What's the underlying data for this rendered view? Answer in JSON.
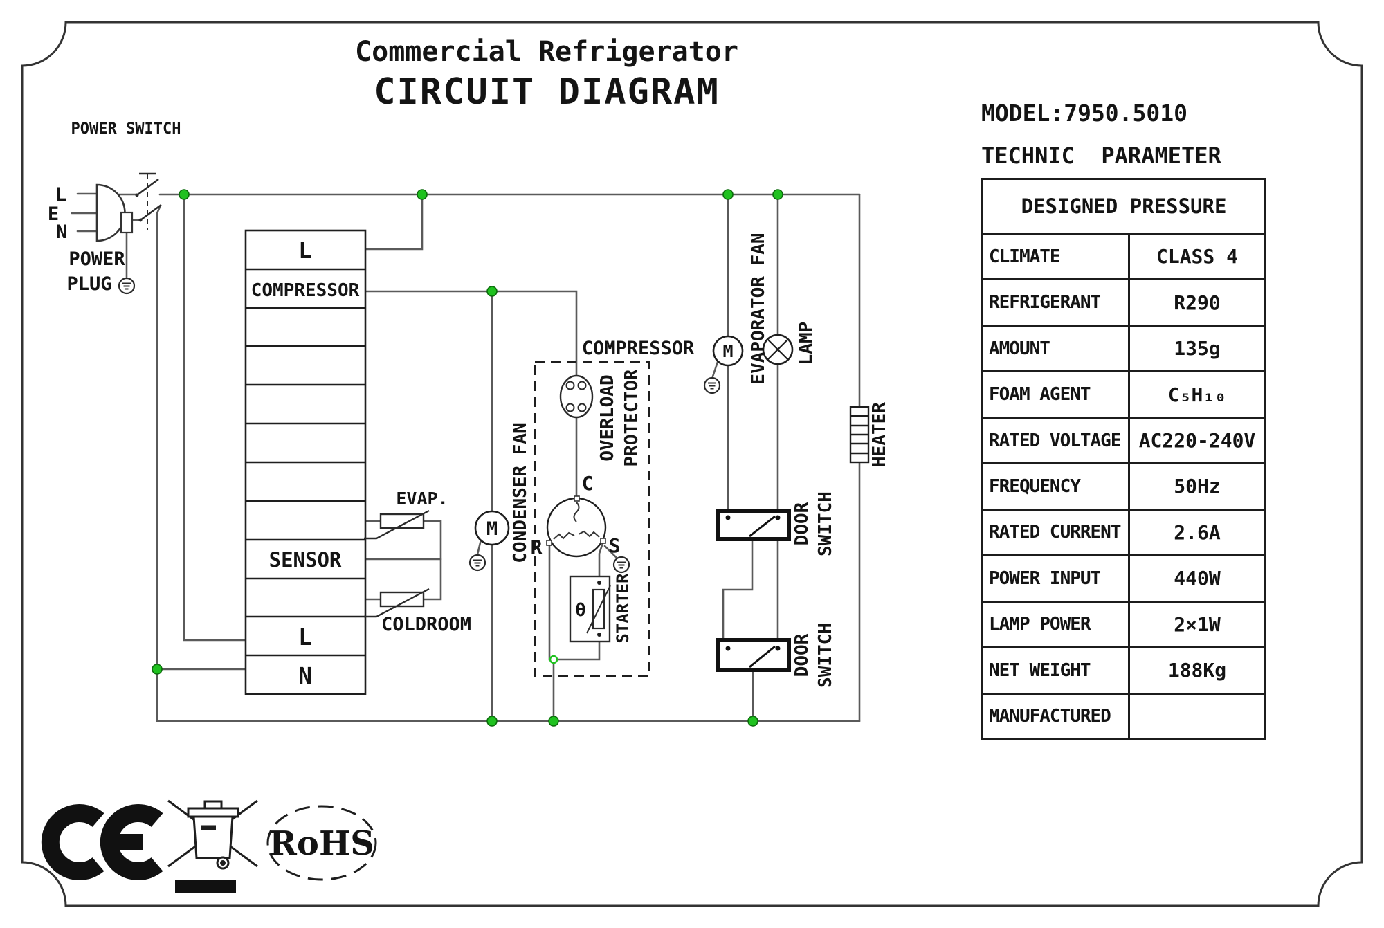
{
  "title": {
    "subtitle": "Commercial Refrigerator",
    "main": "CIRCUIT DIAGRAM"
  },
  "model": "MODEL:7950.5010",
  "table": {
    "title": "TECHNIC  PARAMETER",
    "header": "DESIGNED PRESSURE",
    "rows": [
      {
        "label": "CLIMATE",
        "value": "CLASS 4"
      },
      {
        "label": "REFRIGERANT",
        "value": "R290"
      },
      {
        "label": "AMOUNT",
        "value": "135g"
      },
      {
        "label": "FOAM AGENT",
        "value": "C₅H₁₀"
      },
      {
        "label": "RATED VOLTAGE",
        "value": "AC220-240V"
      },
      {
        "label": "FREQUENCY",
        "value": "50Hz"
      },
      {
        "label": "RATED CURRENT",
        "value": "2.6A"
      },
      {
        "label": "POWER INPUT",
        "value": "440W"
      },
      {
        "label": "LAMP POWER",
        "value": "2×1W"
      },
      {
        "label": "NET WEIGHT",
        "value": "188Kg"
      },
      {
        "label": "MANUFACTURED",
        "value": ""
      }
    ]
  },
  "diagram": {
    "power_switch": "POWER SWITCH",
    "pin_l": "L",
    "pin_e": "E",
    "pin_n": "N",
    "power_plug_1": "POWER",
    "power_plug_2": "PLUG",
    "block_l_top": "L",
    "block_compressor": "COMPRESSOR",
    "block_sensor": "SENSOR",
    "block_l_bottom": "L",
    "block_n": "N",
    "evap": "EVAP.",
    "coldroom": "COLDROOM",
    "condenser_fan": "CONDENSER FAN",
    "compressor": "COMPRESSOR",
    "overload_1": "OVERLOAD",
    "overload_2": "PROTECTOR",
    "term_c": "C",
    "term_r": "R",
    "term_s": "S",
    "theta": "θ",
    "starter": "STARTER",
    "evaporator_fan": "EVAPORATOR FAN",
    "lamp": "LAMP",
    "door": "DOOR",
    "switch": "SWITCH",
    "heater": "HEATER",
    "motor_m": "M"
  },
  "marks": {
    "ce": "CE",
    "rohs": "RoHS"
  },
  "colors": {
    "junction_green": "#1fc11f",
    "wire_gray": "#5a5a5a",
    "ink": "#1a1a1a"
  }
}
